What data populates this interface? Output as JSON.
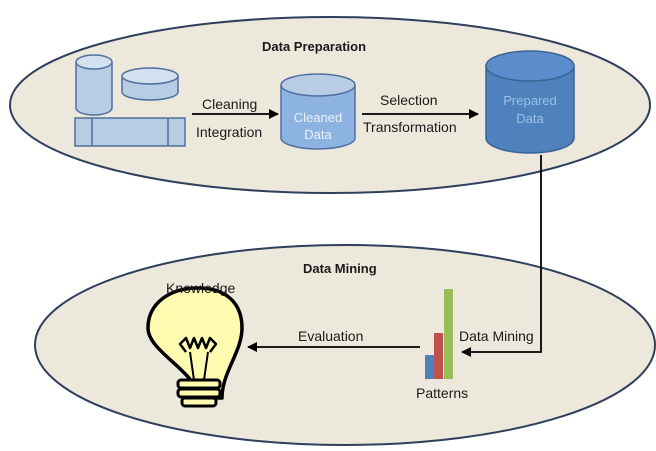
{
  "diagram": {
    "preparation": {
      "title": "Data Preparation",
      "step1": {
        "line1": "Cleaning",
        "line2": "Integration"
      },
      "cleaned": {
        "line1": "Cleaned",
        "line2": "Data"
      },
      "step2": {
        "line1": "Selection",
        "line2": "Transformation"
      },
      "prepared": {
        "line1": "Prepared",
        "line2": "Data"
      }
    },
    "mining": {
      "title": "Data Mining",
      "knowledge": "Knowledge",
      "evaluation": "Evaluation",
      "data_mining": "Data Mining",
      "patterns": "Patterns"
    },
    "colors": {
      "ellipse_fill": "#ede8dc",
      "ellipse_stroke": "#2f3f5c",
      "cylinder_light": "#b8cce4",
      "cylinder_mid": "#8db3e2",
      "cylinder_dark": "#4f81bd",
      "bar_blue": "#4f81bd",
      "bar_red": "#c0504d",
      "bar_green": "#9bbb59",
      "bulb_fill": "#fffbb0"
    },
    "icons": [
      "database-icon",
      "lightbulb-icon",
      "bar-chart-icon"
    ]
  }
}
